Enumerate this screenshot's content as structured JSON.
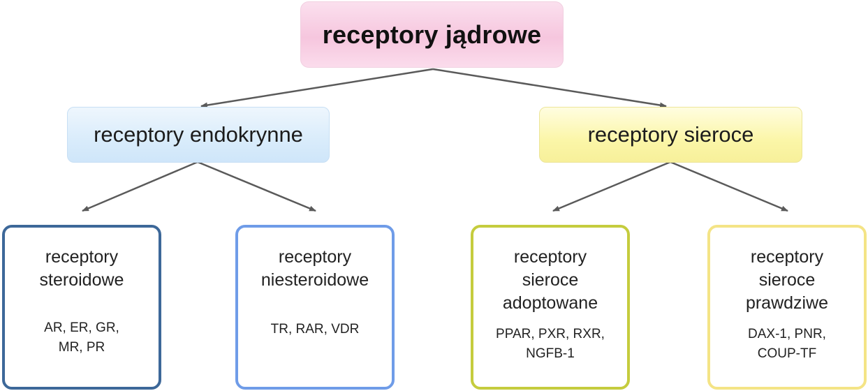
{
  "diagram": {
    "root": {
      "label": "receptory jądrowe",
      "color": "#f6c6de"
    },
    "branches": [
      {
        "label": "receptory endokrynne",
        "color": "#d9ecfb",
        "children": [
          {
            "title": [
              "receptory",
              "steroidowe"
            ],
            "members": [
              "AR, ER, GR,",
              "MR, PR"
            ],
            "border_color": "#3d6899"
          },
          {
            "title": [
              "receptory",
              "niesteroidowe"
            ],
            "members": [
              "TR, RAR, VDR"
            ],
            "border_color": "#6f9ce8"
          }
        ]
      },
      {
        "label": "receptory sieroce",
        "color": "#fbf6a8",
        "children": [
          {
            "title": [
              "receptory",
              "sieroce",
              "adoptowane"
            ],
            "members": [
              "PPAR, PXR, RXR,",
              "NGFB-1"
            ],
            "border_color": "#c5cc3e"
          },
          {
            "title": [
              "receptory",
              "sieroce",
              "prawdziwe"
            ],
            "members": [
              "DAX-1, PNR,",
              "COUP-TF"
            ],
            "border_color": "#f4e486"
          }
        ]
      }
    ],
    "arrow_color": "#555555"
  }
}
